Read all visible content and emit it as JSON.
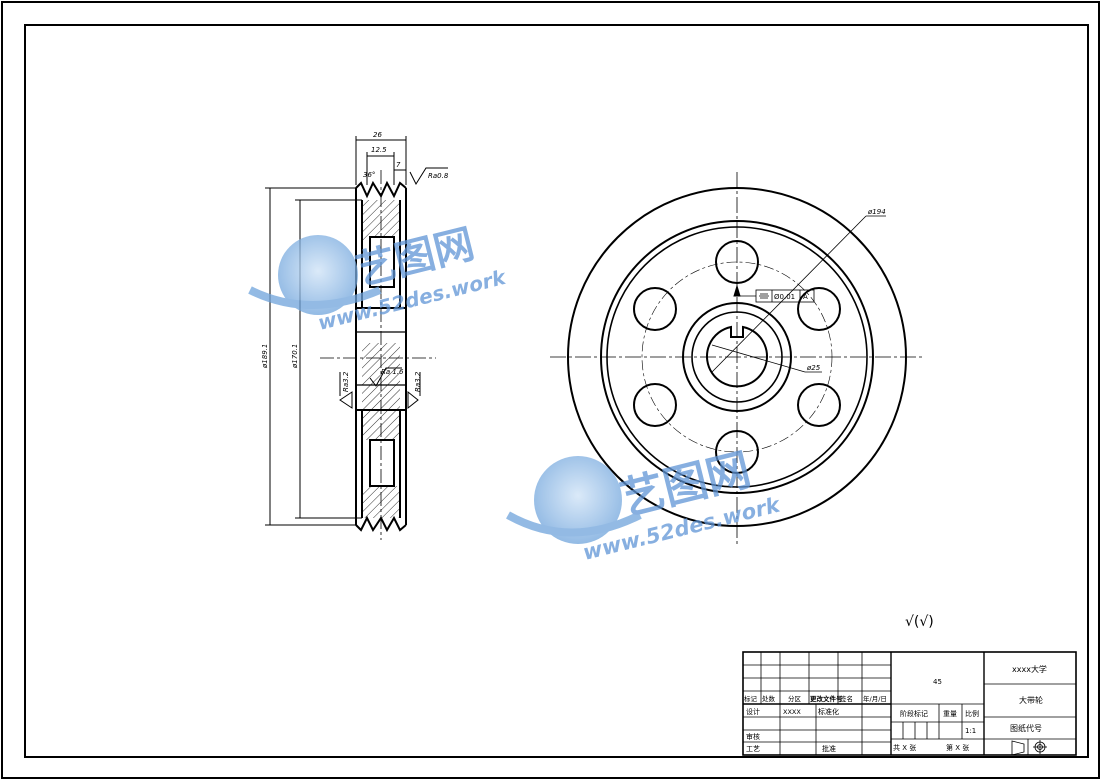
{
  "watermark": {
    "brand": "艺图网",
    "url": "www.52des.work"
  },
  "side_view": {
    "dim_width": "26",
    "dim_groove_pitch": "12.5",
    "dim_groove_offset": "7",
    "dim_groove_angle": "36°",
    "roughness_top": "Ra0.8",
    "dim_outer_dia": "ø189.1",
    "dim_inner_dia": "ø170.1",
    "roughness_bore": "Ra 1.6",
    "roughness_hub_left": "Ra3.2",
    "roughness_hub_right": "Ra3.2"
  },
  "front_view": {
    "dim_outer": "ø194",
    "dim_bore": "ø25",
    "tolerance_value": "Ø0.01",
    "datum": "A"
  },
  "surface_note": "√(√)",
  "title_block": {
    "material": "45",
    "school": "xxxx大学",
    "part_name": "大带轮",
    "drawing_no_label": "图纸代号",
    "revision_headers": [
      "标记",
      "处数",
      "分区",
      "更改文件号",
      "签名",
      "年/月/日"
    ],
    "design_label": "设计",
    "designer": "XXXX",
    "standardize_label": "标准化",
    "review_label": "审核",
    "process_label": "工艺",
    "approve_label": "批准",
    "stage_label": "阶段标记",
    "weight_label": "重量",
    "scale_label": "比例",
    "scale_value": "1:1",
    "sheets_total": "共 X 张",
    "sheet_current": "第 X 张"
  }
}
